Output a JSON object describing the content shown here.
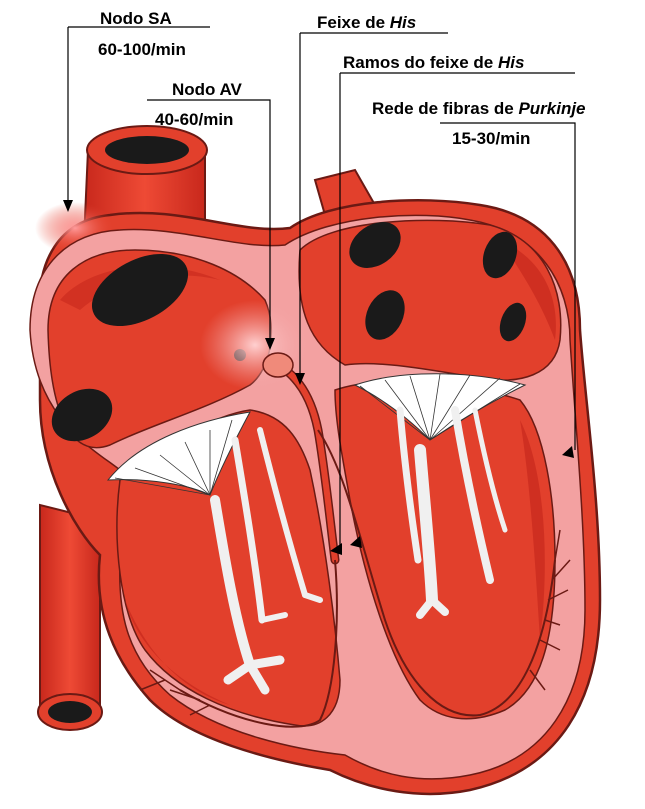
{
  "diagram": {
    "nodo_sa": {
      "name": "Nodo SA",
      "rate": "60-100/min"
    },
    "nodo_av": {
      "name": "Nodo AV",
      "rate": "40-60/min"
    },
    "feixe": {
      "prefix": "Feixe de ",
      "italic": "His"
    },
    "ramos": {
      "prefix": "Ramos do feixe de ",
      "italic": "His"
    },
    "purkinje": {
      "prefix": "Rede de fibras de ",
      "italic": "Purkinje",
      "rate": "15-30/min"
    }
  },
  "colors": {
    "muscle": "#e2402c",
    "muscle_dark": "#c8281c",
    "pink_wall": "#f3a1a1",
    "chamber_dark": "#1a1a1a",
    "valve": "#ffffff",
    "outline": "#6b1a14",
    "label": "#000000"
  }
}
